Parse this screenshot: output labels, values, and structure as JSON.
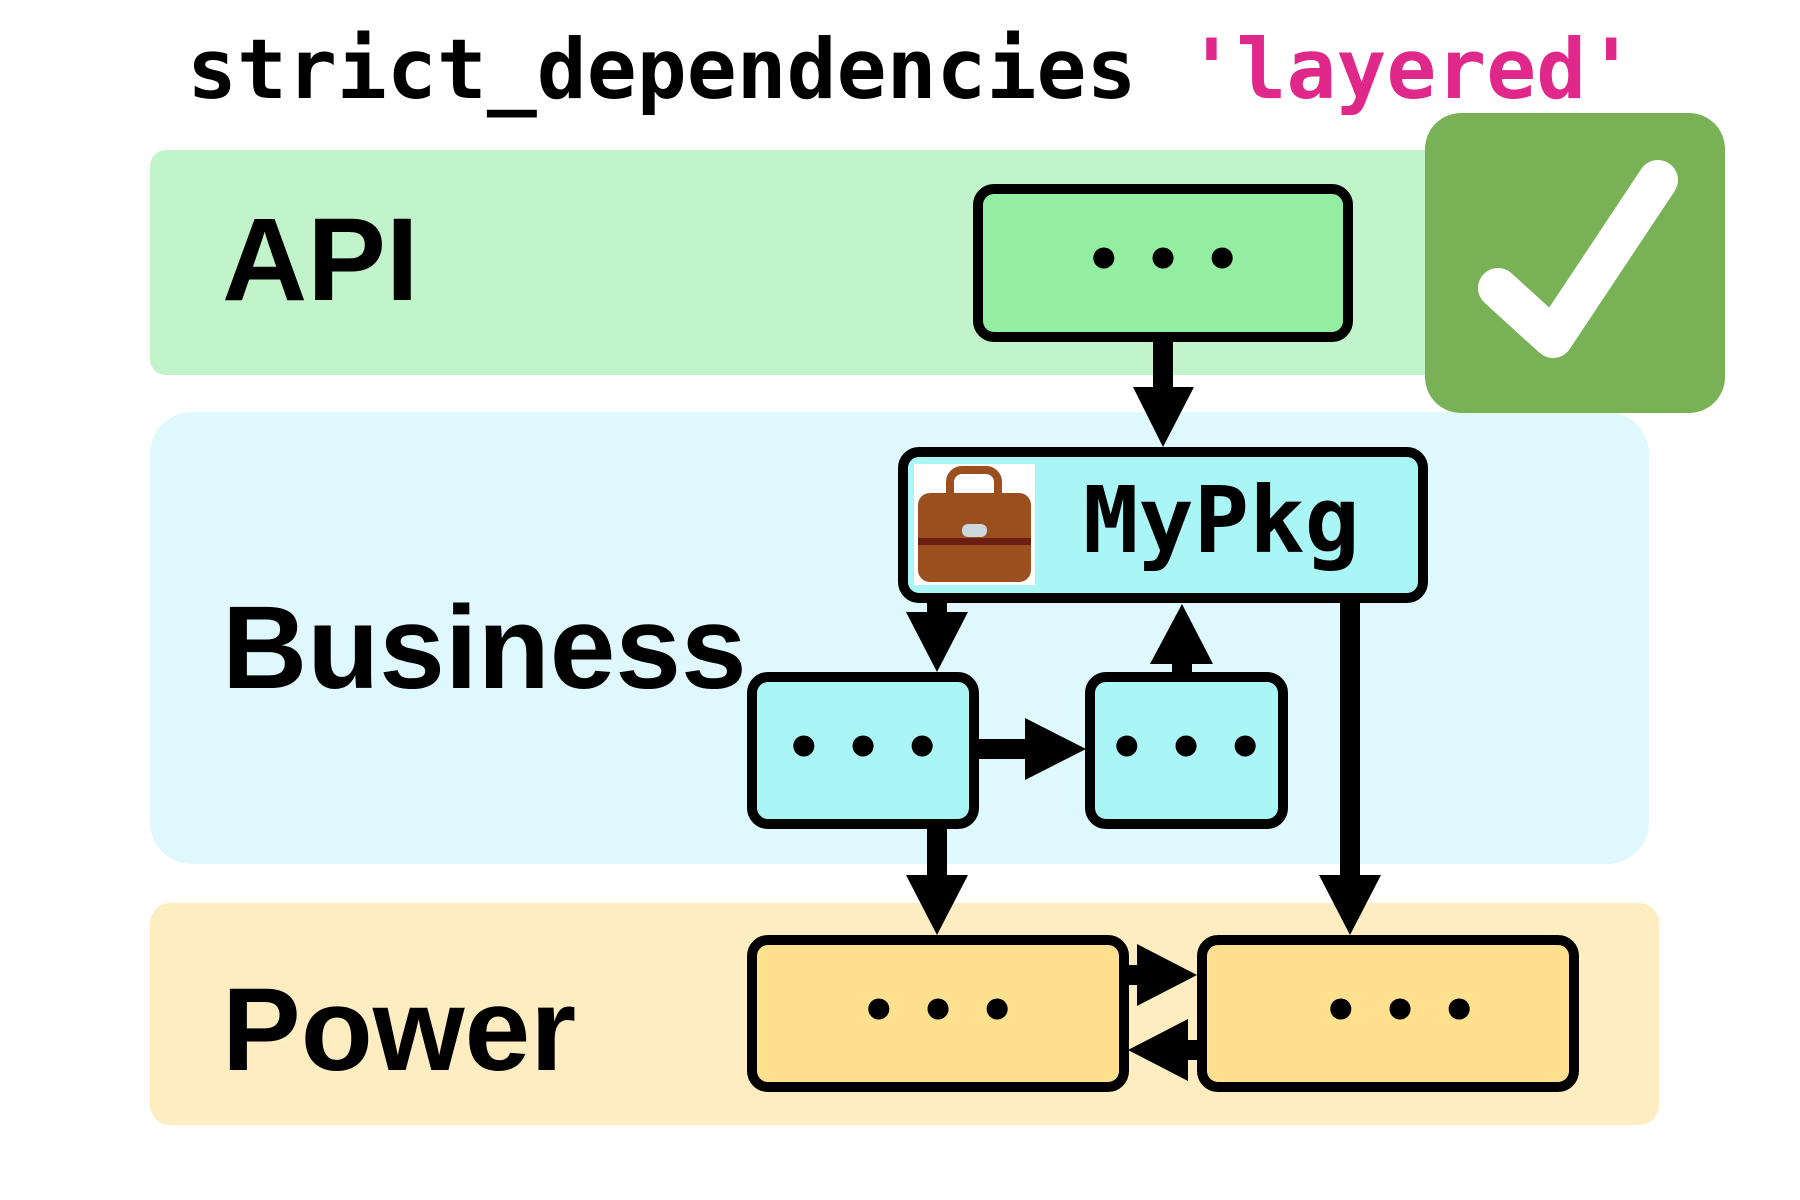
{
  "title": {
    "keyword": "strict_dependencies",
    "value": "'layered'",
    "keyword_color": "#000000",
    "value_color": "#e0288a"
  },
  "status": {
    "icon": "check-icon",
    "state": "valid",
    "color": "#79b256"
  },
  "layers": [
    {
      "id": "api",
      "label": "API",
      "band_color": "#c1f4cb",
      "node_color": "#93eea1"
    },
    {
      "id": "business",
      "label": "Business",
      "band_color": "#dff8fd",
      "node_color": "#aaf5f6"
    },
    {
      "id": "power",
      "label": "Power",
      "band_color": "#ffedc2",
      "node_color": "#ffe08e"
    }
  ],
  "nodes": [
    {
      "id": "api-node",
      "layer": "api",
      "label": "• • •"
    },
    {
      "id": "mypkg",
      "layer": "business",
      "label": "MyPkg",
      "icon": "briefcase-icon"
    },
    {
      "id": "business-node-1",
      "layer": "business",
      "label": "• • •"
    },
    {
      "id": "business-node-2",
      "layer": "business",
      "label": "• • •"
    },
    {
      "id": "power-node-1",
      "layer": "power",
      "label": "• • •"
    },
    {
      "id": "power-node-2",
      "layer": "power",
      "label": "• • •"
    }
  ],
  "edges": [
    {
      "from": "api-node",
      "to": "mypkg"
    },
    {
      "from": "mypkg",
      "to": "business-node-1"
    },
    {
      "from": "business-node-2",
      "to": "mypkg"
    },
    {
      "from": "mypkg",
      "to": "power-node-2"
    },
    {
      "from": "business-node-1",
      "to": "business-node-2"
    },
    {
      "from": "business-node-1",
      "to": "power-node-1"
    },
    {
      "from": "power-node-1",
      "to": "power-node-2"
    },
    {
      "from": "power-node-2",
      "to": "power-node-1"
    }
  ]
}
